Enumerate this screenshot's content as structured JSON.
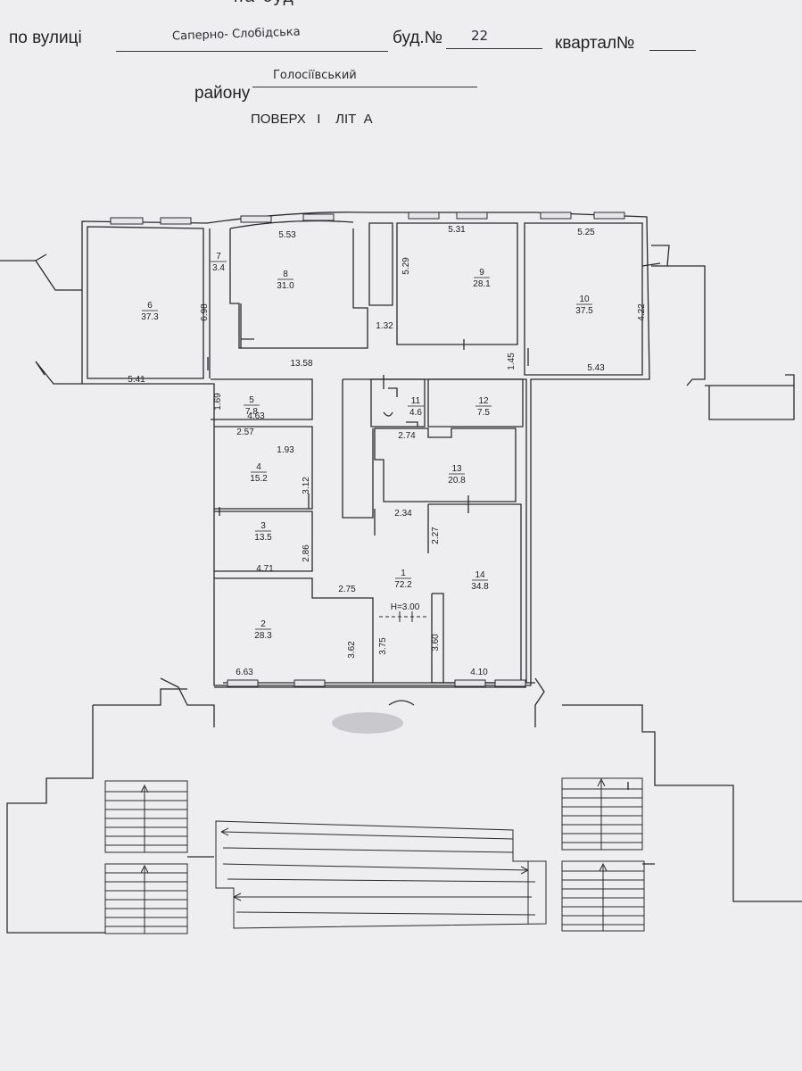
{
  "header": {
    "top_cut": "на буд",
    "street_label": "по  вулиці",
    "street_value": "Саперно- Слобідська",
    "building_label": "буд.№",
    "building_value": "22",
    "block_label": "квартал№",
    "district_label": "району",
    "district_value": "Голосіївський",
    "floor_label": "ПОВЕРХ   І    ЛІТ  А"
  },
  "rooms": [
    {
      "id": "room-1",
      "num": "1",
      "area": "72.2"
    },
    {
      "id": "room-2",
      "num": "2",
      "area": "28.3"
    },
    {
      "id": "room-3",
      "num": "3",
      "area": "13.5"
    },
    {
      "id": "room-4",
      "num": "4",
      "area": "15.2"
    },
    {
      "id": "room-5",
      "num": "5",
      "area": "7.8"
    },
    {
      "id": "room-6",
      "num": "6",
      "area": "37.3"
    },
    {
      "id": "room-7",
      "num": "7",
      "area": "3.4"
    },
    {
      "id": "room-8",
      "num": "8",
      "area": "31.0"
    },
    {
      "id": "room-9",
      "num": "9",
      "area": "28.1"
    },
    {
      "id": "room-10",
      "num": "10",
      "area": "37.5"
    },
    {
      "id": "room-11",
      "num": "11",
      "area": "4.6"
    },
    {
      "id": "room-12",
      "num": "12",
      "area": "7.5"
    },
    {
      "id": "room-13",
      "num": "13",
      "area": "20.8"
    },
    {
      "id": "room-14",
      "num": "14",
      "area": "34.8"
    }
  ],
  "dims": [
    "5.53",
    "5.31",
    "5.25",
    "6.98",
    "5.29",
    "4.22",
    "1.32",
    "13.58",
    "1.45",
    "5.41",
    "5.43",
    "1.69",
    "4.63",
    "2.57",
    "1.93",
    "3.12",
    "2.74",
    "2.34",
    "2.27",
    "2.86",
    "4.71",
    "2.75",
    "6.63",
    "3.62",
    "3.75",
    "3.60",
    "4.10"
  ],
  "ceiling_height": "H=3.00"
}
